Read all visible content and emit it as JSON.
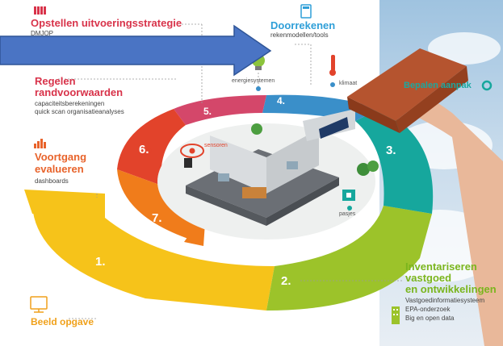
{
  "steps": {
    "s1": {
      "num": "1.",
      "title": "Beeld opgave"
    },
    "s2": {
      "num": "2.",
      "title_l1": "Inventariseren",
      "title_l2": "vastgoed",
      "title_l3": "en ontwikkelingen",
      "items": [
        "Vastgoedinformatiesysteem",
        "EPA-onderzoek",
        "Big en open data"
      ]
    },
    "s3": {
      "num": "3.",
      "title": "Bepalen aanpak"
    },
    "s4": {
      "num": "4.",
      "title": "Doorrekenen",
      "subtitle": "rekenmodellen/tools"
    },
    "s5": {
      "num": "5.",
      "title": "Opstellen uitvoeringsstrategie",
      "subtitle": "DMJOP"
    },
    "s6": {
      "num": "6.",
      "title_l1": "Regelen",
      "title_l2": "randvoorwaarden",
      "items": [
        "capaciteitsberekeningen",
        "quick scan organisatieanalyses"
      ]
    },
    "s7": {
      "num": "7.",
      "title_l1": "Voortgang",
      "title_l2": "evalueren",
      "items": [
        "dashboards"
      ]
    }
  },
  "callouts": {
    "energie": "energiesystemen",
    "klimaat": "klimaat",
    "sensoren": "sensoren",
    "pasjes": "pasjes"
  },
  "colors": {
    "yellow": "#f6c31a",
    "green": "#9cc32a",
    "teal": "#16a79d",
    "blue": "#3a8fc9",
    "pink": "#d4476a",
    "red": "#e2432b",
    "orange": "#f07c1b",
    "arrow": "#4a74c4"
  }
}
